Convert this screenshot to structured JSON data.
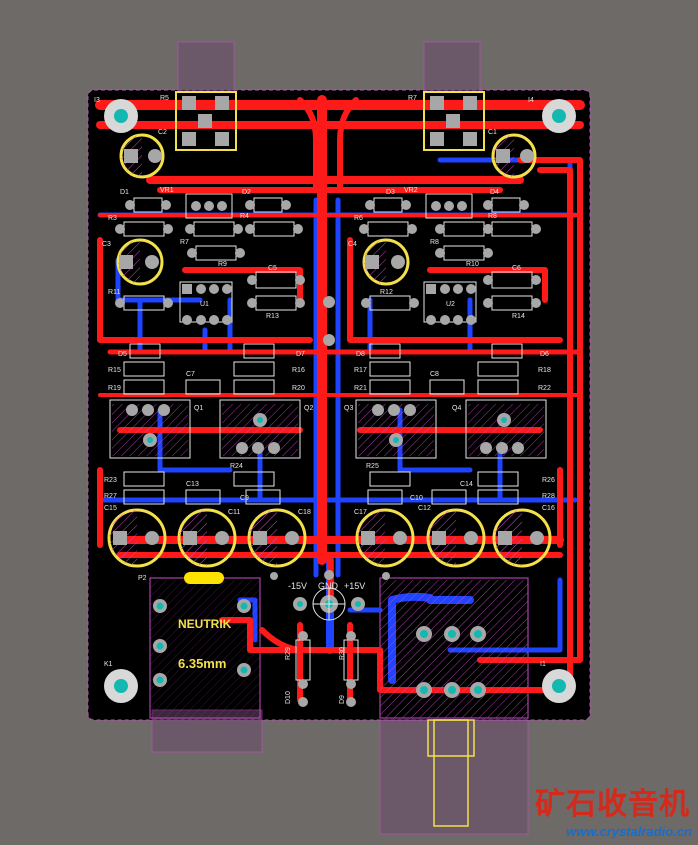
{
  "board": {
    "colors": {
      "background": "#6e6a67",
      "board": "#000000",
      "top_copper": "#ff1a1a",
      "bottom_copper": "#1f44ff",
      "pad": "#a7a7a7",
      "drill": "#13b8b0",
      "silkscreen": "#f3e04a",
      "keepout": "#c84bc8"
    },
    "connector": {
      "brand": "NEUTRIK",
      "size": "6.35mm",
      "ref": "P2"
    },
    "power_labels": {
      "neg": "-15V",
      "gnd": "GND",
      "pos": "+15V"
    },
    "refs": {
      "mounting": [
        "I3",
        "I4",
        "K1",
        "I1"
      ],
      "pots": [
        "R5",
        "R7"
      ],
      "caps_big": [
        "C2",
        "C1",
        "C3",
        "C4"
      ],
      "vr": [
        "VR1",
        "VR2"
      ],
      "diodes_top": [
        "D1",
        "D2",
        "D3",
        "D4"
      ],
      "resistors_a": [
        "R3",
        "R4",
        "R6",
        "R8",
        "R7",
        "R8"
      ],
      "r9": "R9",
      "r10": "R10",
      "r11": "R11",
      "r12": "R12",
      "r13": "R13",
      "r14": "R14",
      "c5": "C5",
      "c6": "C6",
      "u1": "U1",
      "u2": "U2",
      "d5": "D5",
      "d6": "D6",
      "d7": "D7",
      "d8": "D8",
      "r15": "R15",
      "r16": "R16",
      "r17": "R17",
      "r18": "R18",
      "r19": "R19",
      "r20": "R20",
      "r21": "R21",
      "r22": "R22",
      "c7": "C7",
      "c8": "C8",
      "q1": "Q1",
      "q2": "Q2",
      "q3": "Q3",
      "q4": "Q4",
      "r23": "R23",
      "r24": "R24",
      "r25": "R25",
      "r26": "R26",
      "r27": "R27",
      "r28": "R28",
      "c9": "C9",
      "c10": "C10",
      "c11": "C11",
      "c12": "C12",
      "c13": "C13",
      "c14": "C14",
      "c15": "C15",
      "c16": "C16",
      "c17": "C17",
      "c18": "C18",
      "p2": "P2",
      "r29": "R29",
      "r30": "R30",
      "d10": "D10",
      "d9": "D9"
    }
  },
  "watermark": {
    "cn": "矿石收音机",
    "url": "www.crystalradio.cn"
  }
}
